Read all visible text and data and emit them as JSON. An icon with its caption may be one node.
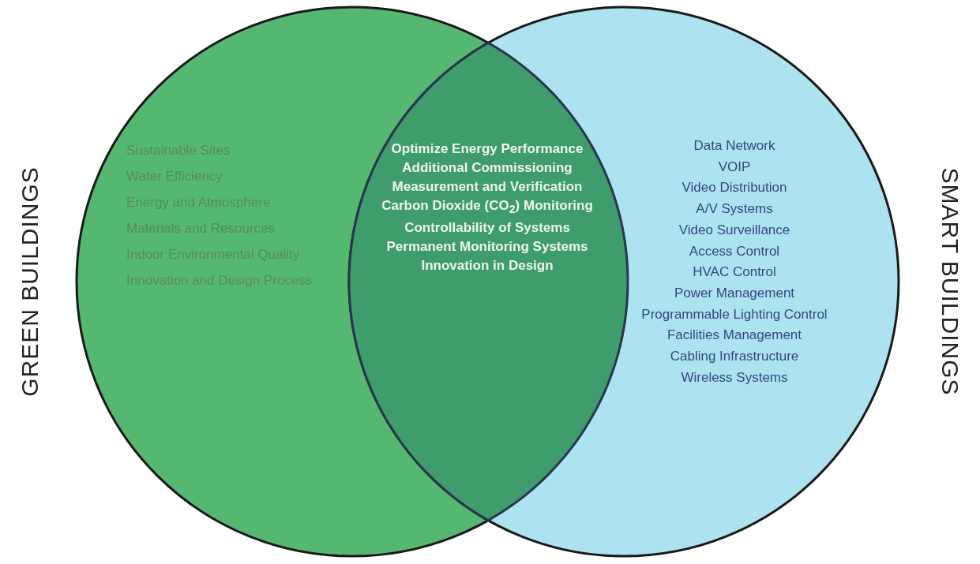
{
  "diagram": {
    "nodes": [
      {
        "text": [
          "GREEN BUILDINGS",
          "Sustainable Sites",
          "Water Efficiency",
          "Energy and Atmosphere",
          "Materials and Resources",
          "Indoor Environmental Quality",
          "Innovation and Design Process"
        ]
      },
      {
        "text": [
          "SMART BUILDINGS",
          "Data Network",
          "VOIP",
          "Video Distribution",
          "A/V Systems",
          "Video Surveillance",
          "Access Control",
          "HVAC Control",
          "Power Management",
          "Programmable Lighting Control",
          "Facilities Management",
          "Cabling Infrastructure",
          "Wireless Systems"
        ]
      },
      {
        "text": [
          "Optimize Energy Performance",
          "Additional Commissioning",
          "Measurement and Verification",
          "Carbon Dioxide (CO$_{2}$) Monitoring",
          "Controllability of Systems",
          "Permanent Monitoring Systems",
          "Innovation in Design"
        ]
      }
    ]
  }
}
